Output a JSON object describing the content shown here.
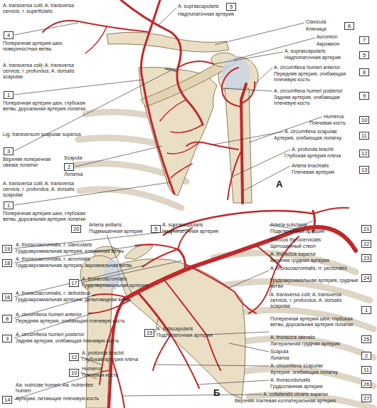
{
  "diagram": {
    "nodes": [
      {
        "text": [
          "4"
        ]
      },
      {
        "text": [
          "5"
        ]
      },
      {
        "text": [
          "6"
        ]
      },
      {
        "text": [
          "7"
        ]
      },
      {
        "text": [
          "5"
        ]
      },
      {
        "text": [
          "1"
        ]
      },
      {
        "text": [
          "8"
        ]
      },
      {
        "text": [
          "9"
        ]
      },
      {
        "text": [
          "10"
        ]
      },
      {
        "text": [
          "11"
        ]
      },
      {
        "text": [
          "3"
        ]
      },
      {
        "text": [
          "2"
        ]
      },
      {
        "text": [
          "12"
        ]
      },
      {
        "text": [
          "13"
        ]
      },
      {
        "text": [
          "1"
        ]
      },
      {
        "text": [
          "20"
        ]
      },
      {
        "text": [
          "5"
        ]
      },
      {
        "text": [
          "21"
        ]
      },
      {
        "text": [
          "19"
        ]
      },
      {
        "text": [
          "22"
        ]
      },
      {
        "text": [
          "18"
        ]
      },
      {
        "text": [
          "23"
        ]
      },
      {
        "text": [
          "17"
        ]
      },
      {
        "text": [
          "24"
        ]
      },
      {
        "text": [
          "16"
        ]
      },
      {
        "text": [
          "8"
        ]
      },
      {
        "text": [
          "1"
        ]
      },
      {
        "text": [
          "15"
        ]
      },
      {
        "text": [
          "3"
        ]
      },
      {
        "text": [
          "25"
        ]
      },
      {
        "text": [
          "2"
        ]
      },
      {
        "text": [
          "12"
        ]
      },
      {
        "text": [
          "11"
        ]
      },
      {
        "text": [
          "10"
        ]
      },
      {
        "text": [
          "26"
        ]
      },
      {
        "text": [
          "14"
        ]
      },
      {
        "text": [
          "27"
        ]
      }
    ],
    "labels": [
      "A. transversa colli; A. transversa cervicis, r. superficialis",
      "Поперечная артерия шеи, поверхностная ветвь",
      "A. transversa colli; A. transversa cervicis, r. profundus; A. dorsalis scapulae",
      "Поперечная артерия шеи, глубокая ветвь; дорсальная артерия лопатки",
      "Lig. transversum scapulae superius",
      "Верхняя поперечная связка лопатки",
      "Scapula",
      "Лопатка",
      "A. transversa colli; A. transversa cervicis, r. profundus; A. dorsalis scapulae",
      "Поперечная артерия шеи, глубокая ветвь; дорсальная артерия лопатки",
      "A. suprascapularis",
      "Надлопаточная артерия",
      "Clavicula",
      "Ключица",
      "Acromion",
      "Акромион",
      "A. suprascapularis",
      "Надлопаточная артерия",
      "A. circumflexa humeri anterior",
      "Передняя артерия, огибающая плечевую кость",
      "A. circumflexa humeri posterior",
      "Задняя артерия, огибающая плечевую кость",
      "Humerus",
      "Плечевая кость",
      "A. circumflexa scapulae",
      "Артерия, огибающая лопатку",
      "A. profunda brachii",
      "Глубокая артерия плеча",
      "Arteria brachialis",
      "Плечевая артерия",
      "А",
      "Arteria axillaris",
      "Подмышечная артерия",
      "A. suprascapularis",
      "Надлопаточная артерия",
      "Arteria subclavia",
      "Подключичная артерия",
      "A. thoracoacromialis, r. clavicularis",
      "Грудоакромиальная артерия, ключичная ветвь",
      "Truncus thyrocervicalis",
      "Щитошейный ствол",
      "A. thoracoacromialis, r. acromialis",
      "Грудоакромиальная артерия, акромиальная ветвь",
      "A. thoracica superior",
      "Верхняя грудная артерия",
      "A. thoracoacromialis",
      "Грудоакромиальная артерия",
      "A. thoracoacromialis, rr. pectorales",
      "Грудоакромиальная артерия, грудные ветви",
      "A. thoracoacromialis, r. deltoideus",
      "Грудоакромиальная артерия, дельтовидная ветвь",
      "A. circumflexa humeri anterior",
      "Передняя артерия, огибающая плечевую кость",
      "A. transversa colli; A. transversa cervicis, r. profundus; A. dorsalis scapulae",
      "Поперечная артерия шеи, глубокая ветвь; дорсальная артерия лопатки",
      "A. subscapularis",
      "Подлопаточная артерия",
      "A. circumflexa humeri posterior",
      "Задняя артерия, огибающая плечевую кость",
      "A. thoracica lateralis",
      "Латеральная грудная артерия",
      "Scapula",
      "Лопатка",
      "A. profunda brachii",
      "Глубокая артерия плеча",
      "A. circumflexa scapulae",
      "Артерия, огибающая лопатку",
      "Humerus",
      "Плечевая кость",
      "A. thoracodorsalis",
      "Грудоспинная артерия",
      "Aa. nutriciae humeri; Aa. nutrientes humeri",
      "Артерии, питающие плечевую кость",
      "A. collateralis ulnaris superior",
      "Верхняя локтевая коллатеральная артерия",
      "Б"
    ]
  }
}
